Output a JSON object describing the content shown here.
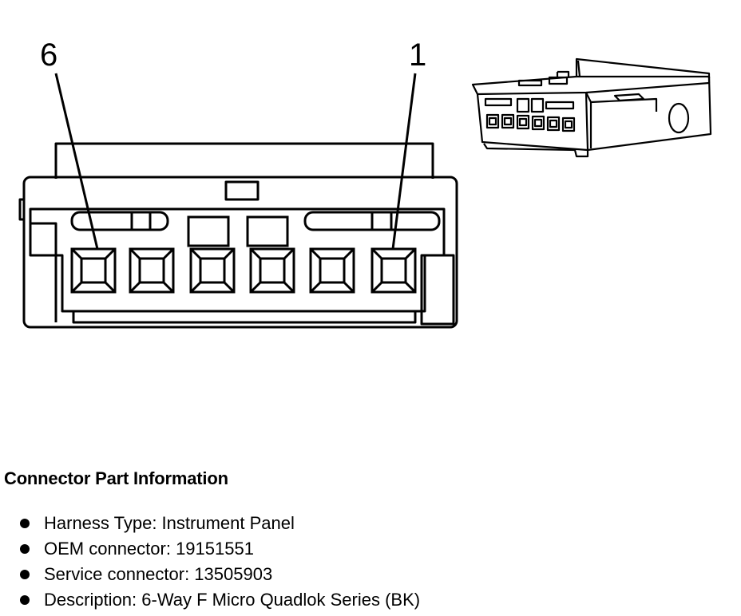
{
  "diagram": {
    "pin_labels": [
      {
        "id": "6",
        "text": "6"
      },
      {
        "id": "1",
        "text": "1"
      }
    ]
  },
  "info": {
    "title": "Connector Part Information",
    "items": [
      {
        "text": "Harness Type: Instrument Panel"
      },
      {
        "text": "OEM connector: 19151551"
      },
      {
        "text": "Service connector: 13505903"
      },
      {
        "text": "Description: 6-Way F Micro Quadlok Series (BK)"
      }
    ]
  }
}
